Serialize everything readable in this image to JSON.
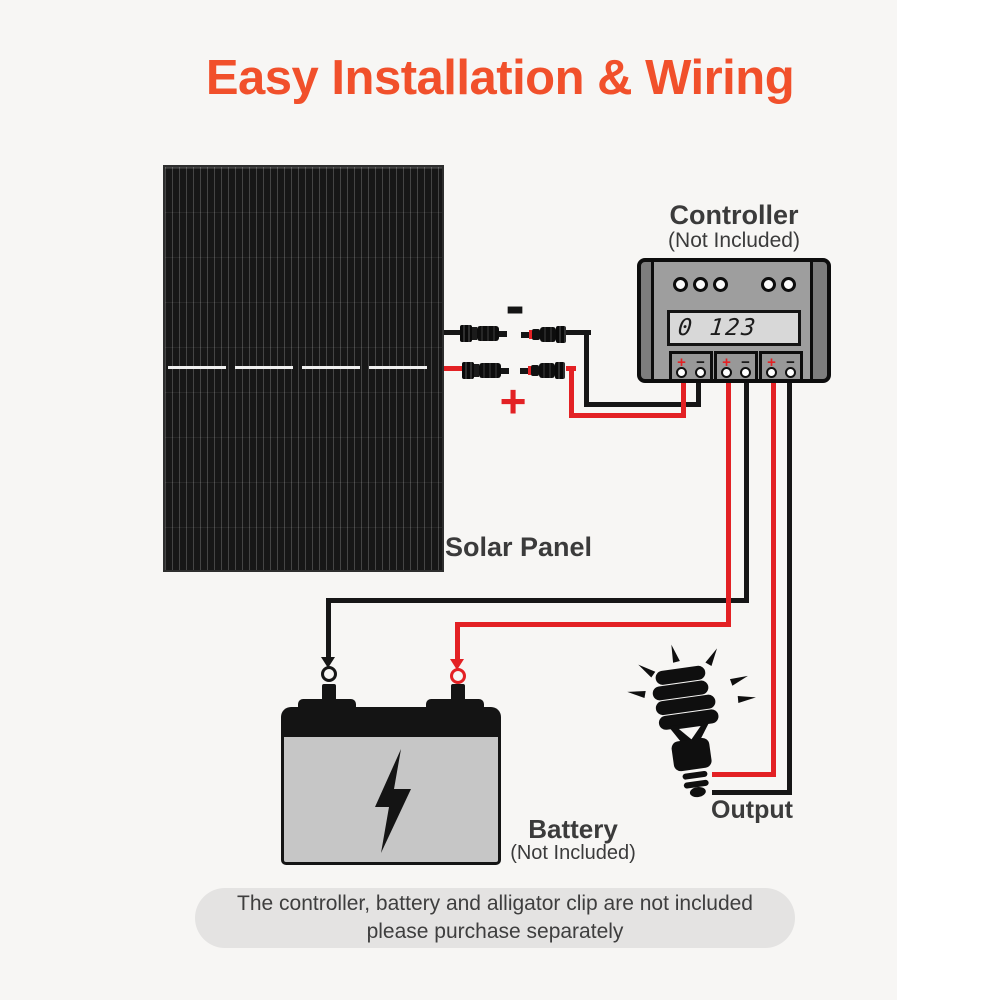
{
  "title": {
    "text": "Easy Installation & Wiring"
  },
  "solar_panel": {
    "label": "Solar Panel"
  },
  "controller": {
    "label": "Controller",
    "sublabel": "(Not Included)",
    "lcd_text": "0 123",
    "plus": "+",
    "minus": "−"
  },
  "connectors": {
    "minus": "-",
    "plus": "+"
  },
  "battery": {
    "label": "Battery",
    "sublabel": "(Not Included)"
  },
  "output": {
    "label": "Output"
  },
  "note": {
    "line1": "The controller, battery and alligator clip are not included",
    "line2": "please purchase separately"
  },
  "colors": {
    "accent_orange": "#f1502b",
    "wire_red": "#e32124",
    "wire_black": "#161616",
    "text_dark": "#3b3b3b",
    "canvas_bg": "#f7f6f4",
    "controller_body": "#7d7d7d",
    "controller_face": "#9e9e9e",
    "lcd_bg": "#d8d8d8",
    "battery_body": "#c6c6c6",
    "note_bg": "#e4e3e2"
  }
}
